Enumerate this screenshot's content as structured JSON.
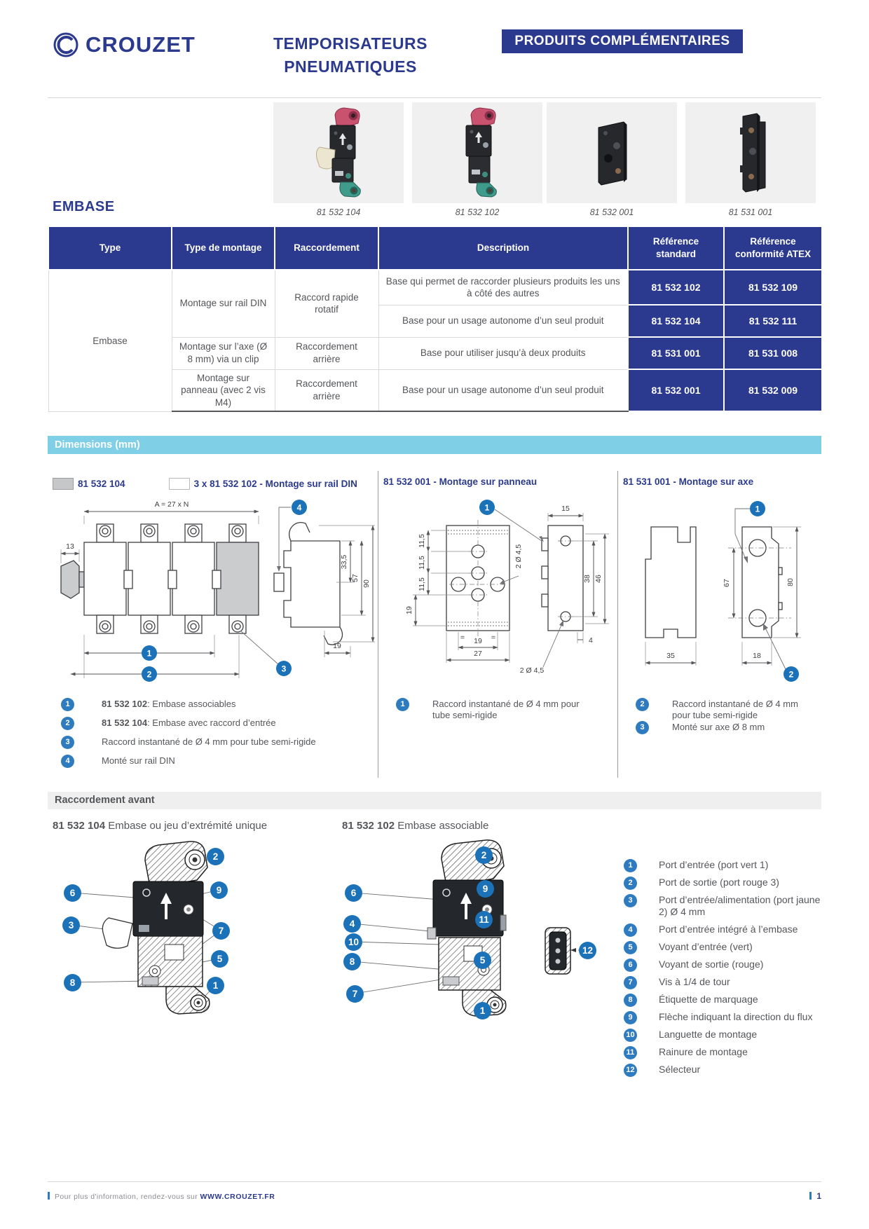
{
  "header": {
    "brand": "CROUZET",
    "title_line1": "TEMPORISATEURS",
    "title_line2": "PNEUMATIQUES",
    "badge": "PRODUITS COMPLÉMENTAIRES"
  },
  "products": [
    {
      "caption": "81 532 104"
    },
    {
      "caption": "81 532 102"
    },
    {
      "caption": "81 532 001"
    },
    {
      "caption": "81 531 001"
    }
  ],
  "embase_heading": "EMBASE",
  "table": {
    "headers": [
      "Type",
      "Type de montage",
      "Raccordement",
      "Description",
      "Référence standard",
      "Référence conformité ATEX"
    ],
    "type": "Embase",
    "groups": [
      {
        "montage": "Montage sur rail DIN",
        "raccordement": "Raccord rapide rotatif",
        "rows": [
          {
            "description": "Base qui permet de raccorder plusieurs produits les uns à côté des autres",
            "ref_standard": "81 532 102",
            "ref_atex": "81 532 109"
          },
          {
            "description": "Base pour un usage autonome d’un seul produit",
            "ref_standard": "81 532 104",
            "ref_atex": "81 532 111"
          }
        ]
      },
      {
        "montage": "Montage sur l’axe (Ø 8 mm) via un clip",
        "raccordement": "Raccordement arrière",
        "rows": [
          {
            "description": "Base pour utiliser jusqu’à deux produits",
            "ref_standard": "81 531 001",
            "ref_atex": "81 531 008"
          }
        ]
      },
      {
        "montage": "Montage sur panneau (avec 2 vis M4)",
        "raccordement": "Raccordement arrière",
        "rows": [
          {
            "description": "Base pour un usage autonome d’un seul produit",
            "ref_standard": "81 532 001",
            "ref_atex": "81 532 009"
          }
        ]
      }
    ]
  },
  "dims": {
    "bar_title": "Dimensions (mm)",
    "left": {
      "legend1_label": "81 532 104",
      "legend2_label": "3 x 81 532 102 - Montage sur rail DIN",
      "labels": {
        "top": "A = 27 x N",
        "w13": "13",
        "h335": "33,5",
        "h57": "57",
        "h90": "90",
        "w19": "19"
      },
      "callouts": [
        "1",
        "2",
        "3",
        "4"
      ],
      "notes": [
        {
          "num": "1",
          "ref": "81 532 102",
          "text": ": Embase associables"
        },
        {
          "num": "2",
          "ref": "81 532 104",
          "text": ": Embase avec raccord d’entrée"
        },
        {
          "num": "3",
          "ref": "",
          "text": "Raccord instantané de Ø 4 mm pour tube semi-rigide"
        },
        {
          "num": "4",
          "ref": "",
          "text": "Monté sur rail DIN"
        }
      ]
    },
    "middle": {
      "title": "81 532 001 - Montage sur panneau",
      "labels": {
        "hole_top": "2 Ø 4,5",
        "s115a": "11,5",
        "s115b": "11,5",
        "s115c": "11,5",
        "s19": "19",
        "eq1": "=",
        "eq2": "=",
        "b19": "19",
        "b27": "27",
        "t15": "15",
        "r38": "38",
        "r46": "46",
        "b4": "4",
        "hole_bottom": "2 Ø 4,5"
      },
      "callout": "1",
      "notes": [
        {
          "num": "1",
          "text": "Raccord instantané de Ø 4 mm pour tube semi-rigide"
        }
      ]
    },
    "right": {
      "title": "81 531 001 - Montage sur axe",
      "labels": {
        "h67": "67",
        "h80": "80",
        "w35": "35",
        "w18": "18"
      },
      "callouts": [
        "1",
        "2"
      ],
      "notes": [
        {
          "num": "2",
          "text": "Raccord instantané de Ø 4 mm pour tube semi-rigide"
        },
        {
          "num": "3",
          "text": "Monté sur axe Ø 8 mm"
        }
      ]
    }
  },
  "racc": {
    "bar_title": "Raccordement avant",
    "fig_left": {
      "ref": "81 532 104",
      "label": "Embase ou jeu d’extrémité unique",
      "callouts": [
        "2",
        "6",
        "9",
        "3",
        "7",
        "5",
        "8",
        "1"
      ]
    },
    "fig_right": {
      "ref": "81 532 102",
      "label": "Embase associable",
      "callouts": [
        "2",
        "6",
        "9",
        "4",
        "10",
        "11",
        "8",
        "5",
        "12",
        "7",
        "1"
      ]
    },
    "legend": [
      {
        "num": "1",
        "text": "Port d’entrée (port vert 1)"
      },
      {
        "num": "2",
        "text": "Port de sortie (port rouge 3)"
      },
      {
        "num": "3",
        "text": "Port d’entrée/alimentation (port jaune 2) Ø 4 mm"
      },
      {
        "num": "4",
        "text": "Port d’entrée intégré à l’embase"
      },
      {
        "num": "5",
        "text": "Voyant d’entrée (vert)"
      },
      {
        "num": "6",
        "text": "Voyant de sortie (rouge)"
      },
      {
        "num": "7",
        "text": "Vis à 1/4 de tour"
      },
      {
        "num": "8",
        "text": "Étiquette de marquage"
      },
      {
        "num": "9",
        "text": "Flèche indiquant la direction du flux"
      },
      {
        "num": "10",
        "text": "Languette de montage"
      },
      {
        "num": "11",
        "text": "Rainure de montage"
      },
      {
        "num": "12",
        "text": "Sélecteur"
      }
    ]
  },
  "footer": {
    "prefix": "Pour plus d'information, rendez-vous sur ",
    "link": "WWW.CROUZET.FR",
    "page": "1"
  }
}
